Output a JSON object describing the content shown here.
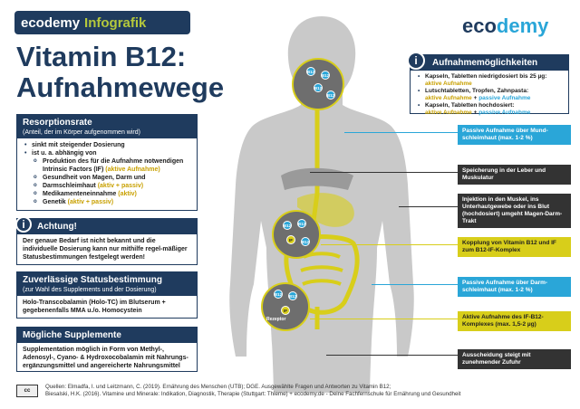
{
  "header": {
    "brand": "ecodemy",
    "tag": "Infografik"
  },
  "title": {
    "line1": "Vitamin B12:",
    "line2": "Aufnahmewege"
  },
  "logo": {
    "a": "eco",
    "b": "demy"
  },
  "resorption": {
    "head": "Resorptionsrate",
    "sub": "(Anteil, der im Körper aufgenommen wird)",
    "items": [
      {
        "level": 1,
        "text": "sinkt mit steigender Dosierung"
      },
      {
        "level": 1,
        "text": "ist u. a. abhängig von"
      },
      {
        "level": 2,
        "text": "Produktion des für die Aufnahme notwendigen Intrinsic Factors (IF)",
        "tag": "(aktive Aufnahme)"
      },
      {
        "level": 2,
        "text": "Gesundheit von Magen, Darm und"
      },
      {
        "level": 2,
        "text": "Darmschleimhaut",
        "tag": "(aktiv + passiv)"
      },
      {
        "level": 2,
        "text": "Medikamenteneinnahme",
        "tag": "(aktiv)"
      },
      {
        "level": 2,
        "text": "Genetik",
        "tag": "(aktiv + passiv)"
      }
    ]
  },
  "achtung": {
    "head": "Achtung!",
    "text": "Der genaue Bedarf ist nicht bekannt und die individuelle Dosierung kann nur mithilfe regel-mäßiger Statusbestimmungen festgelegt werden!"
  },
  "status": {
    "head": "Zuverlässige Statusbestimmung",
    "sub": "(zur Wahl des Supplements und der Dosierung)",
    "text": "Holo-Transcobalamin (Holo-TC) im Blutserum + gegebenenfalls MMA u./o. Homocystein"
  },
  "supplemente": {
    "head": "Mögliche Supplemente",
    "text": "Supplementation möglich in Form von Methyl-, Adenosyl-, Cyano- & Hydroxocobalamin mit Nahrungs-ergänzungsmittel und angereicherte Nahrungsmittel"
  },
  "aufnahme": {
    "head": "Aufnahmemöglichkeiten",
    "items": [
      {
        "text": "Kapseln, Tabletten niedrigdosiert bis 25 µg:",
        "line2": "aktive Aufnahme"
      },
      {
        "text": "Lutschtabletten, Tropfen, Zahnpasta:",
        "line2a": "aktive Aufnahme",
        "plus": " + ",
        "line2b": "passive Aufnahme"
      },
      {
        "text": "Kapseln, Tabletten hochdosiert:",
        "line2a": "aktive Aufnahme",
        "plus": " + ",
        "line2b": "passive Aufnahme"
      }
    ]
  },
  "right": [
    {
      "style": "blue",
      "text": "Passive Aufnahme über Mund-schleimhaut (max. 1-2 %)"
    },
    {
      "style": "dark",
      "text": "Speicherung in der Leber und Muskulatur"
    },
    {
      "style": "dark",
      "text": "Injektion in den Muskel, ins Unterhautgewebe oder ins Blut (hochdosiert) umgeht Magen-Darm-Trakt"
    },
    {
      "style": "yellow",
      "text": "Kopplung von Vitamin B12 und IF zum B12-IF-Komplex"
    },
    {
      "style": "blue",
      "text": "Passive Aufnahme über Darm-schleimhaut (max. 1-2 %)"
    },
    {
      "style": "yellow",
      "text": "Aktive Aufnahme des IF-B12-Komplexes (max. 1,5-2 µg)"
    },
    {
      "style": "dark",
      "text": "Ausscheidung steigt mit zunehmender Zufuhr"
    }
  ],
  "molecules": {
    "b12": "B12",
    "if": "IF",
    "rezeptor": "Rezeptor"
  },
  "license": "cc",
  "footer": {
    "l1": "Quellen: Elmadfa, I. und Leitzmann, C. (2019). Ernährung des Menschen (UTB); DGE. Ausgewählte Fragen und Antworten zu Vitamin B12;",
    "l2": "Biesalski, H.K. (2016). Vitamine und Minerale: Indikation, Diagnostik, Therapie (Stuttgart: Thieme) + ecodemy.de - Deine Fachfernschule für Ernährung und Gesundheit"
  }
}
